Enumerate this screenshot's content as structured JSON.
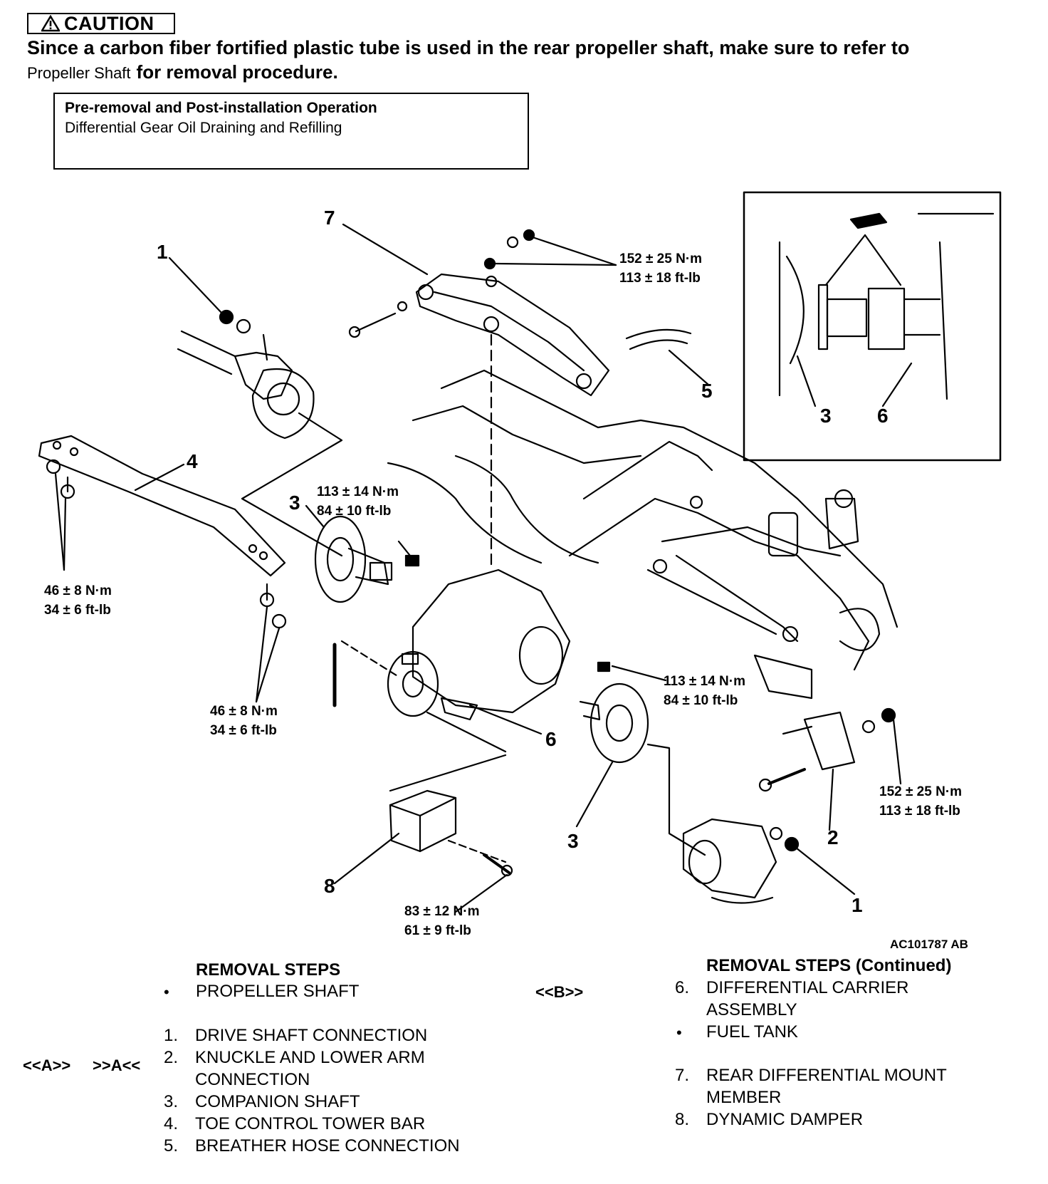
{
  "caution": {
    "title": "CAUTION",
    "message_line1": "Since a carbon fiber fortified plastic tube is used in the rear propeller shaft, make sure to refer to",
    "message_link": "Propeller Shaft",
    "message_line2_rest": "for removal procedure."
  },
  "operation_box": {
    "title": "Pre-removal and Post-installation Operation",
    "item": "Differential Gear Oil Draining and Refilling"
  },
  "diagram": {
    "figure_code": "AC101787 AB",
    "part_numbers": [
      "1",
      "2",
      "3",
      "4",
      "5",
      "6",
      "7",
      "8"
    ],
    "torques": {
      "t152a_nm": "152 ± 25 N·m",
      "t152a_ft": "113 ± 18 ft-lb",
      "t113a_nm": "113 ± 14 N·m",
      "t113a_ft": "84 ± 10 ft-lb",
      "t46a_nm": "46 ± 8 N·m",
      "t46a_ft": "34 ± 6 ft-lb",
      "t46b_nm": "46 ± 8 N·m",
      "t46b_ft": "34 ± 6 ft-lb",
      "t113b_nm": "113 ± 14 N·m",
      "t113b_ft": "84 ± 10 ft-lb",
      "t152b_nm": "152 ± 25 N·m",
      "t152b_ft": "113 ± 18 ft-lb",
      "t83_nm": "83 ± 12 N·m",
      "t83_ft": "61 ± 9 ft-lb"
    }
  },
  "removal_steps": {
    "heading": "REMOVAL STEPS",
    "heading_continued": "REMOVAL STEPS (Continued)",
    "bullet": "•",
    "pre_step": "PROPELLER SHAFT",
    "steps": [
      {
        "num": "1.",
        "text": "DRIVE SHAFT CONNECTION"
      },
      {
        "num": "2.",
        "text": "KNUCKLE AND LOWER ARM",
        "text2": "CONNECTION"
      },
      {
        "num": "3.",
        "text": "COMPANION SHAFT"
      },
      {
        "num": "4.",
        "text": "TOE CONTROL TOWER BAR"
      },
      {
        "num": "5.",
        "text": "BREATHER HOSE CONNECTION"
      },
      {
        "num": "6.",
        "text": "DIFFERENTIAL CARRIER",
        "text2": "ASSEMBLY"
      },
      {
        "num": "7.",
        "text": "REAR DIFFERENTIAL MOUNT",
        "text2": "MEMBER"
      },
      {
        "num": "8.",
        "text": "DYNAMIC DAMPER"
      }
    ],
    "fuel_tank": "FUEL TANK",
    "tag_a_left": "<<A>>",
    "tag_a_right": ">>A<<",
    "tag_b": "<<B>>"
  }
}
